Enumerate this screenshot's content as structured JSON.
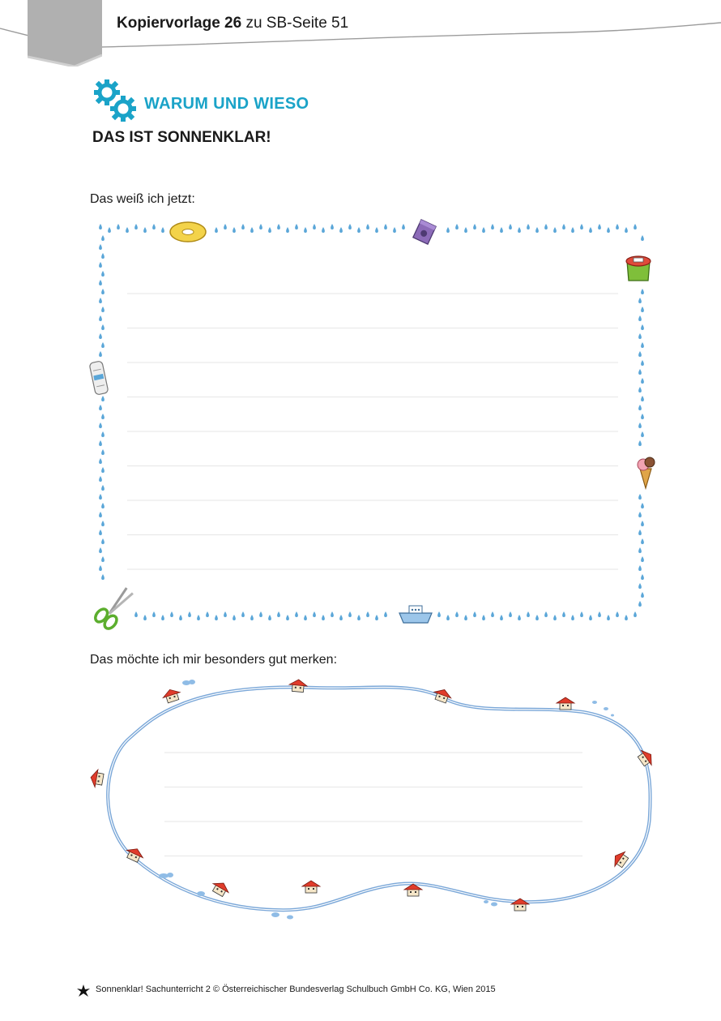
{
  "header": {
    "title_bold": "Kopiervorlage 26",
    "title_rest": "zu SB-Seite 51"
  },
  "section": {
    "kicker": "WARUM UND WIESO",
    "title": "DAS IST SONNENKLAR!"
  },
  "prompts": {
    "first": "Das weiß ich jetzt:",
    "second": "Das möchte ich mir besonders gut merken:"
  },
  "footer": {
    "text": "Sonnenklar! Sachunterricht 2 © Österreichischer Bundesverlag Schulbuch GmbH  Co. KG, Wien 2015"
  },
  "writing_lines": {
    "box1_count": 9,
    "box2_count": 4
  },
  "icons": {
    "header": "gear-icon",
    "frame1": [
      "donut-icon",
      "pencil-sharpener-icon",
      "jar-icon",
      "newspaper-roll-icon",
      "ice-cream-icon",
      "scissors-icon",
      "ship-icon"
    ],
    "frame2": [
      "house-icon",
      "boat-icon",
      "cloud-icon"
    ],
    "footer": "publisher-logo-icon"
  },
  "colors": {
    "accent": "#1aa3c8",
    "droplet": "#5aa6d8",
    "frame_line": "#7aa7d8",
    "house_roof": "#e03c2b",
    "ruled_line": "#e6e6e6",
    "header_tab": "#b0b0b0"
  }
}
